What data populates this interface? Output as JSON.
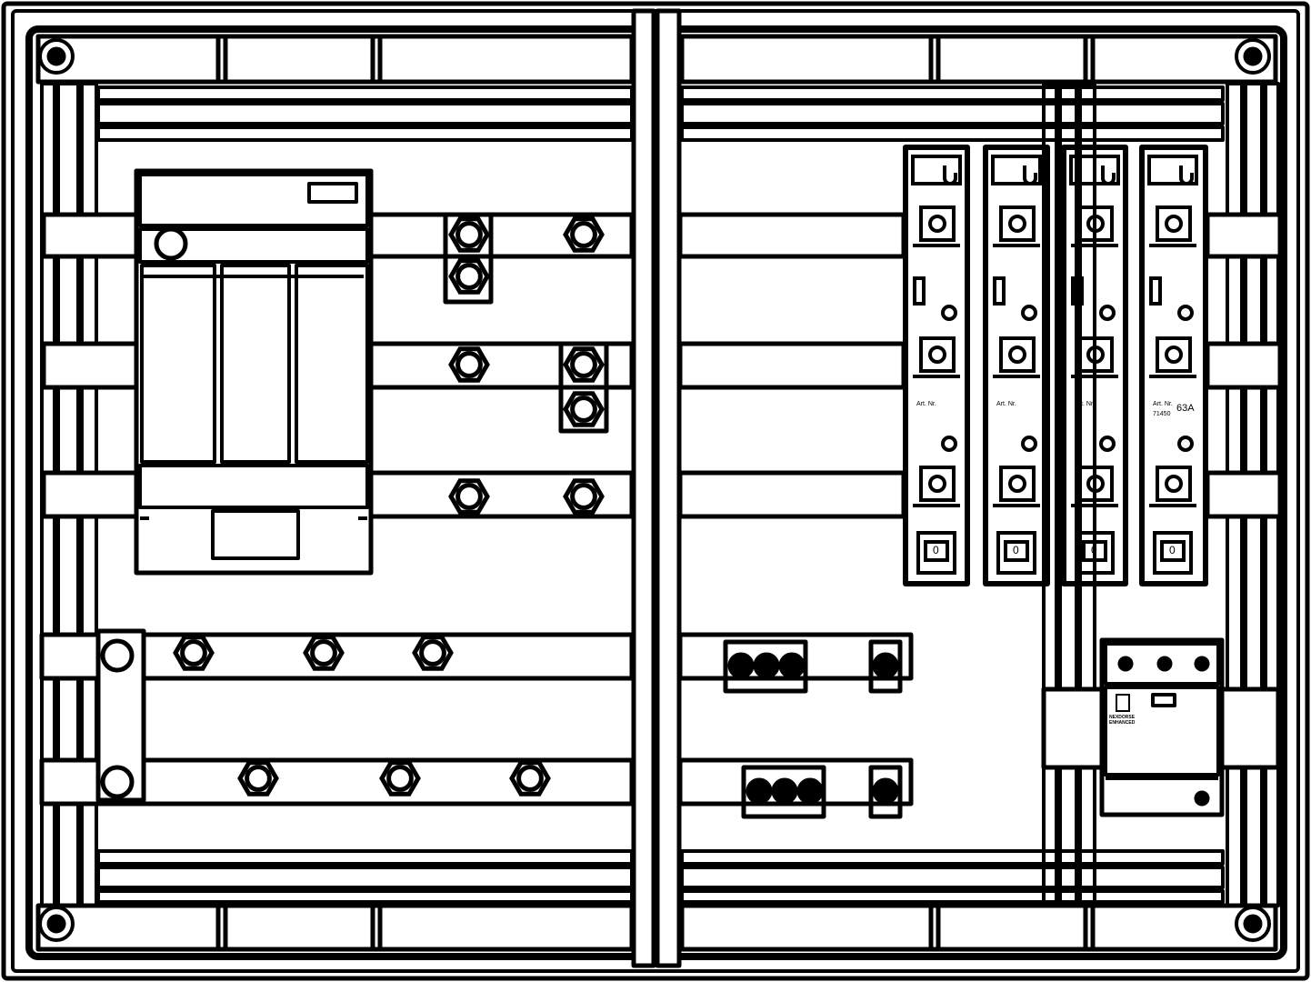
{
  "colors": {
    "stroke": "#000000",
    "background": "#ffffff"
  },
  "fuse_holders": [
    {
      "art_label": "Art. Nr.",
      "art_number": "",
      "rating": "",
      "switch_state": "0"
    },
    {
      "art_label": "Art. Nr.",
      "art_number": "",
      "rating": "",
      "switch_state": "0"
    },
    {
      "art_label": "Art. Nr.",
      "art_number": "",
      "rating": "",
      "switch_state": "0"
    },
    {
      "art_label": "Art. Nr.",
      "art_number": "71450",
      "rating": "63A",
      "switch_state": "0"
    }
  ],
  "surge_protector": {
    "brand": "NEXDORSE",
    "sublabel": "ENHANCED"
  },
  "icons": [
    "mounting-screw-icon",
    "hex-bolt-icon",
    "terminal-screw-icon"
  ]
}
